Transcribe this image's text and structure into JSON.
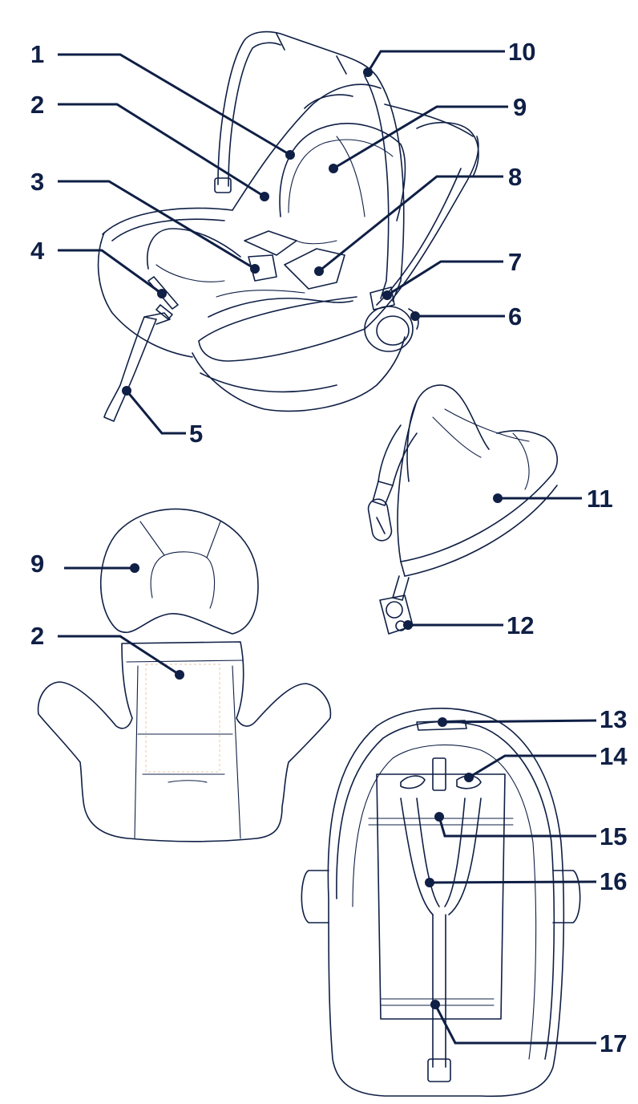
{
  "colors": {
    "ink": "#0f1f45",
    "background": "#ffffff"
  },
  "callouts": [
    {
      "id": "c1",
      "number": "1"
    },
    {
      "id": "c2",
      "number": "2"
    },
    {
      "id": "c3",
      "number": "3"
    },
    {
      "id": "c4",
      "number": "4"
    },
    {
      "id": "c5",
      "number": "5"
    },
    {
      "id": "c6",
      "number": "6"
    },
    {
      "id": "c7",
      "number": "7"
    },
    {
      "id": "c8",
      "number": "8"
    },
    {
      "id": "c9",
      "number": "9"
    },
    {
      "id": "c10",
      "number": "10"
    },
    {
      "id": "c11",
      "number": "11"
    },
    {
      "id": "c12",
      "number": "12"
    },
    {
      "id": "c9b",
      "number": "9"
    },
    {
      "id": "c2b",
      "number": "2"
    },
    {
      "id": "c13",
      "number": "13"
    },
    {
      "id": "c14",
      "number": "14"
    },
    {
      "id": "c15",
      "number": "15"
    },
    {
      "id": "c16",
      "number": "16"
    },
    {
      "id": "c17",
      "number": "17"
    }
  ]
}
